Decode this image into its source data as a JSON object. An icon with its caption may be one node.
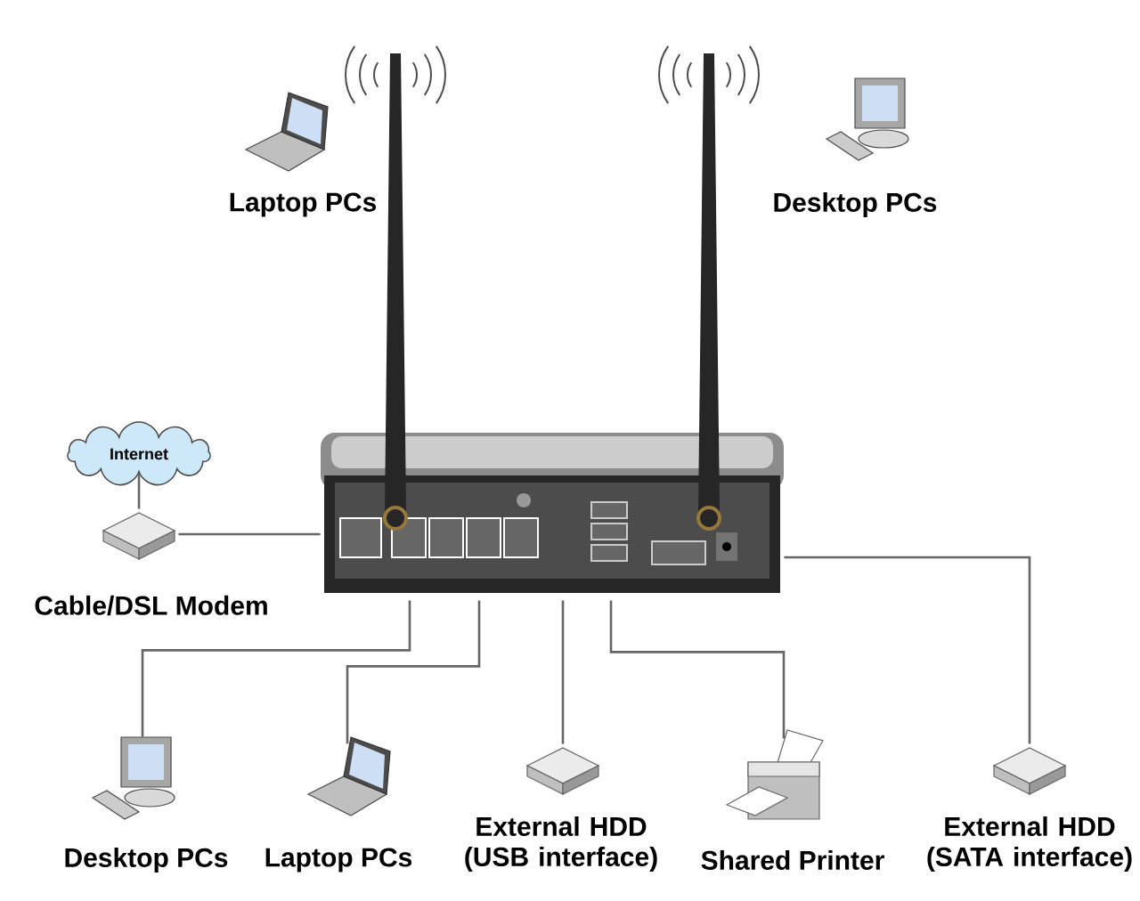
{
  "diagram": {
    "nodes": [
      {
        "text": [
          "Laptop PCs"
        ]
      },
      {
        "text": [
          "Desktop PCs"
        ]
      },
      {
        "text": [
          "Internet"
        ]
      },
      {
        "text": [
          "Cable/DSL Modem"
        ]
      },
      {
        "text": [],
        "shape": "picture"
      },
      {
        "text": [
          "Desktop PCs"
        ]
      },
      {
        "text": [
          "Laptop PCs"
        ]
      },
      {
        "text": [
          "External HDD (USB interface)"
        ]
      },
      {
        "text": [
          "Shared Printer"
        ]
      },
      {
        "text": [
          "External HDD (SATA interface)"
        ]
      }
    ],
    "edges": [
      {
        "from": 2,
        "to": 3,
        "arrow": "none"
      },
      {
        "from": 3,
        "to": 4,
        "arrow": "none"
      },
      {
        "from": 4,
        "to": 5,
        "arrow": "none"
      },
      {
        "from": 4,
        "to": 6,
        "arrow": "none"
      },
      {
        "from": 4,
        "to": 7,
        "arrow": "none"
      },
      {
        "from": 4,
        "to": 8,
        "arrow": "none"
      },
      {
        "from": 4,
        "to": 9,
        "arrow": "none"
      }
    ]
  }
}
